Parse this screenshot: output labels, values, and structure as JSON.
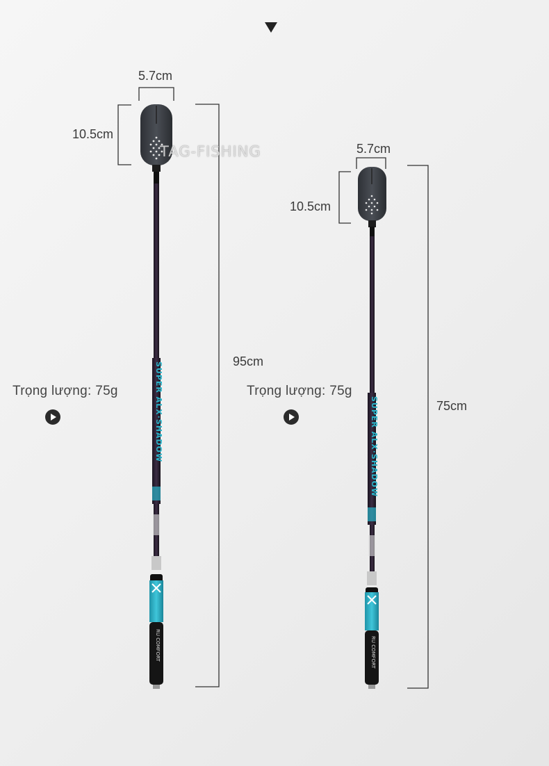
{
  "watermark": {
    "prefix": "TAG",
    "suffix": "FISHING"
  },
  "products": [
    {
      "head_width": "5.7cm",
      "head_height": "10.5cm",
      "total_length": "95cm",
      "weight": "Trọng lượng: 75g"
    },
    {
      "head_width": "5.7cm",
      "head_height": "10.5cm",
      "total_length": "75cm",
      "weight": "Trọng lượng: 75g"
    }
  ],
  "colors": {
    "accent_teal": "#2bb3c9",
    "shaft": "#2a1f2e",
    "head": "#3b3f45",
    "dimension_line": "#333333"
  },
  "icons": [
    "arrow-down-icon",
    "play-icon"
  ]
}
